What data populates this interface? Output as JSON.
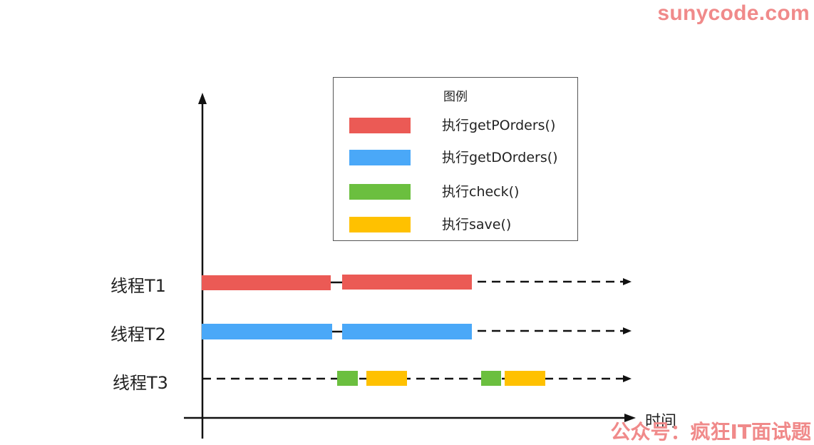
{
  "watermark_top": "sunycode.com",
  "watermark_bottom": "公众号：疯狂IT面试题",
  "legend": {
    "title": "图例",
    "items": [
      {
        "label": "执行getPOrders()",
        "color": "#eb5a55"
      },
      {
        "label": "执行getDOrders()",
        "color": "#4aa8f8"
      },
      {
        "label": "执行check()",
        "color": "#6bbf3f"
      },
      {
        "label": "执行save()",
        "color": "#ffc100"
      }
    ]
  },
  "threads": [
    {
      "label": "线程T1"
    },
    {
      "label": "线程T2"
    },
    {
      "label": "线程T3"
    }
  ],
  "x_axis_label": "时间"
}
